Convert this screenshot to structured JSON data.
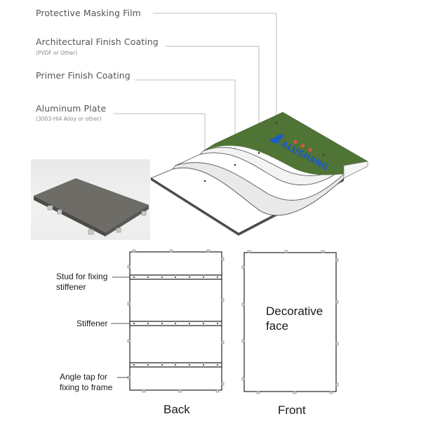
{
  "layers": [
    {
      "title": "Protective Masking Film",
      "subtitle": ""
    },
    {
      "title": "Architectural Finish Coating",
      "subtitle": "(PVDF or Other)"
    },
    {
      "title": "Primer Finish Coating",
      "subtitle": ""
    },
    {
      "title": "Aluminum Plate",
      "subtitle": "(3003-HI4 Alloy or other)"
    }
  ],
  "brand": {
    "logo_text": "ALUSHANG",
    "film_color": "#4f7436",
    "logo_color": "#1d5bc4",
    "dot_color": "#e0553a"
  },
  "photo": {
    "alt": "aluminum-panel-photo"
  },
  "back_view": {
    "caption": "Back",
    "labels": {
      "stud": [
        "Stud for fixing",
        "stiffener"
      ],
      "stiffener": "Stiffener",
      "angle_tap": [
        "Angle tap for",
        "fixing to frame"
      ]
    }
  },
  "front_view": {
    "caption": "Front",
    "face_label": [
      "Decorative",
      "face"
    ]
  }
}
